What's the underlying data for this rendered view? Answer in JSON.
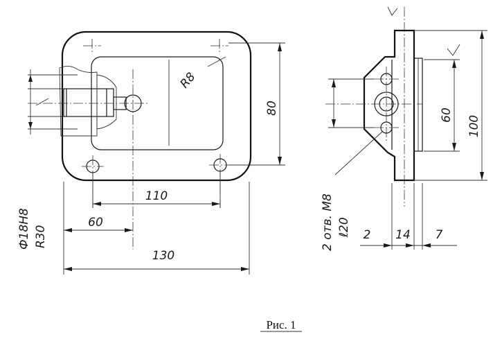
{
  "figure": {
    "caption": "Рис. 1",
    "dimensions": {
      "d_hole": "Ф18Н8",
      "r30": "R30",
      "r8": "R8",
      "h80": "80",
      "w110": "110",
      "w60": "60",
      "w130": "130",
      "holes": "2 отв. М8",
      "l20": "ℓ20",
      "h60": "60",
      "h100": "100",
      "t2": "2",
      "t14": "14",
      "t7": "7"
    }
  }
}
